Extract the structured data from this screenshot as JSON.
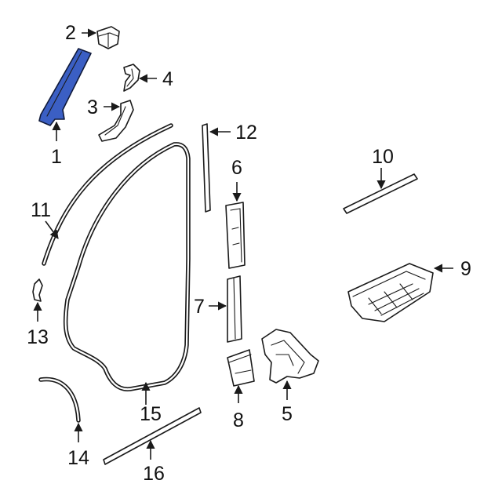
{
  "diagram": {
    "highlight_color": "#3b5fc4",
    "callouts": [
      {
        "id": "1",
        "label": "1"
      },
      {
        "id": "2",
        "label": "2"
      },
      {
        "id": "3",
        "label": "3"
      },
      {
        "id": "4",
        "label": "4"
      },
      {
        "id": "5",
        "label": "5"
      },
      {
        "id": "6",
        "label": "6"
      },
      {
        "id": "7",
        "label": "7"
      },
      {
        "id": "8",
        "label": "8"
      },
      {
        "id": "9",
        "label": "9"
      },
      {
        "id": "10",
        "label": "10"
      },
      {
        "id": "11",
        "label": "11"
      },
      {
        "id": "12",
        "label": "12"
      },
      {
        "id": "13",
        "label": "13"
      },
      {
        "id": "14",
        "label": "14"
      },
      {
        "id": "15",
        "label": "15"
      },
      {
        "id": "16",
        "label": "16"
      }
    ]
  }
}
